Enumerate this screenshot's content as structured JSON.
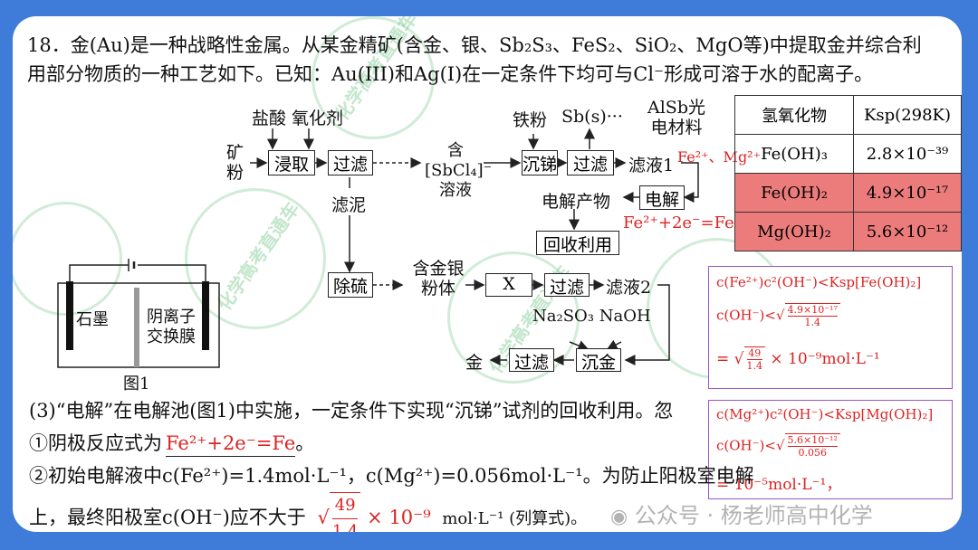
{
  "question": {
    "line1": "18．金(Au)是一种战略性金属。从某金精矿(含金、银、Sb₂S₃、FeS₂、SiO₂、MgO等)中提取金并综合利",
    "line2": "用部分物质的一种工艺如下。已知：Au(III)和Ag(I)在一定条件下均可与Cl⁻形成可溶于水的配离子。"
  },
  "flow": {
    "ore": "矿粉",
    "hcl": "盐酸",
    "oxidant": "氧化剂",
    "leach": "浸取",
    "filter1": "过滤",
    "sbcl4": "含[SbCl₄]⁻溶液",
    "sludge": "滤泥",
    "iron_powder": "铁粉",
    "sb_out": "Sb(s)···",
    "alsb": "AlSb光电材料",
    "sink_sb": "沉锑",
    "filter2": "过滤",
    "filtrate1": "滤液1",
    "electro_product": "电解产物",
    "electrolysis": "电解",
    "recycle": "回收利用",
    "desulfur": "除硫",
    "au_ag_powder": "含金银粉体",
    "x_box": "X",
    "filter3": "过滤",
    "filtrate2": "滤液2",
    "reagents": "Na₂SO₃ NaOH",
    "gold": "金",
    "filter4": "过滤",
    "sink_au": "沉金"
  },
  "annotations": {
    "filtrate_ions": "Fe²⁺、Mg²⁺",
    "cathode_reaction": "Fe²⁺+2e⁻=Fe"
  },
  "figure1": {
    "graphite": "石墨",
    "membrane": "阴离子交换膜",
    "caption": "图1"
  },
  "ksp_table": {
    "headers": [
      "氢氧化物",
      "Ksp(298K)"
    ],
    "rows": [
      {
        "compound": "Fe(OH)₃",
        "value": "2.8×10⁻³⁹",
        "highlight": false
      },
      {
        "compound": "Fe(OH)₂",
        "value": "4.9×10⁻¹⁷",
        "highlight": true
      },
      {
        "compound": "Mg(OH)₂",
        "value": "5.6×10⁻¹²",
        "highlight": true
      }
    ]
  },
  "panel_fe": {
    "line1": "c(Fe²⁺)c²(OH⁻)<Ksp[Fe(OH)₂]",
    "line2_prefix": "c(OH⁻)<",
    "line2_num": "4.9×10⁻¹⁷",
    "line2_den": "1.4",
    "line3_prefix": "=",
    "line3_num": "49",
    "line3_den": "1.4",
    "line3_suffix": "× 10⁻⁹mol·L⁻¹"
  },
  "panel_mg": {
    "line1": "c(Mg²⁺)c²(OH⁻)<Ksp[Mg(OH)₂]",
    "line2_prefix": "c(OH⁻)<",
    "line2_num": "5.6×10⁻¹²",
    "line2_den": "0.056",
    "line3": "= 10⁻⁵mol·L⁻¹，"
  },
  "part3": {
    "line1": "(3)“电解”在电解池(图1)中实施，一定条件下实现“沉锑”试剂的回收利用。忽",
    "item1_label": "①阴极反应式为",
    "item1_answer": "Fe²⁺+2e⁻=Fe",
    "item1_end": "。",
    "item2": "②初始电解液中c(Fe²⁺)=1.4mol·L⁻¹，c(Mg²⁺)=0.056mol·L⁻¹。为防止阳极室电解",
    "item3_prefix": "上，最终阳极室c(OH⁻)应不大于",
    "item3_num": "49",
    "item3_den": "1.4",
    "item3_times": "× 10⁻⁹",
    "item3_suffix": "mol·L⁻¹ (列算式)。"
  },
  "watermark": {
    "text": "化学高考直通车",
    "footer": "公众号 · 杨老师高中化学"
  }
}
